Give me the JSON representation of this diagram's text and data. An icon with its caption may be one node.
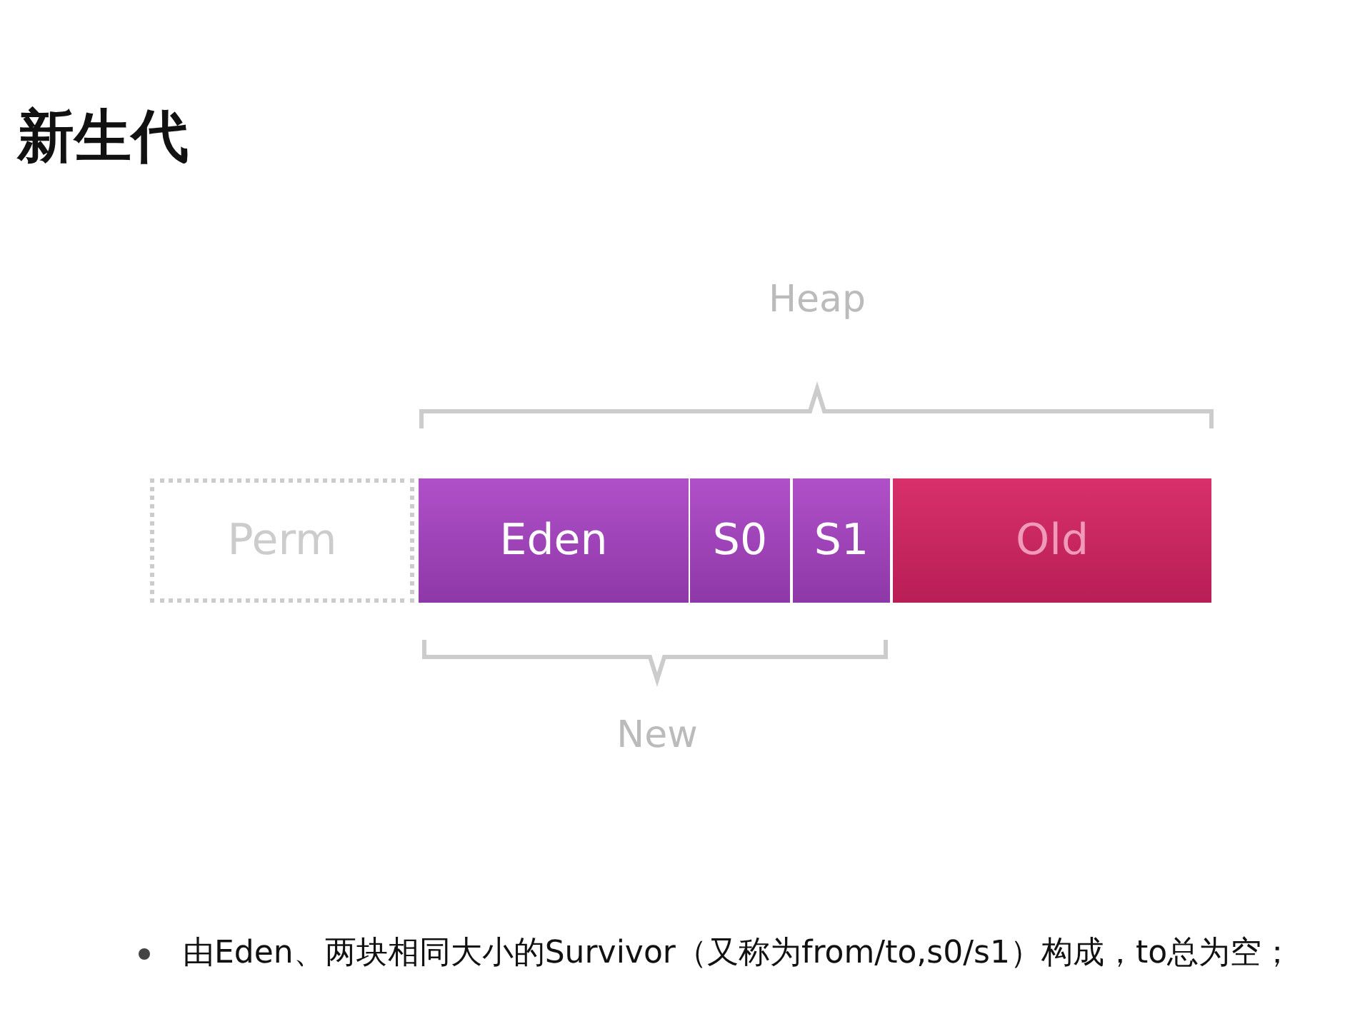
{
  "diagram": {
    "title": "新生代",
    "nodes": [
      {
        "text": [
          "Perm"
        ]
      },
      {
        "text": [
          "Eden"
        ]
      },
      {
        "text": [
          "S0"
        ]
      },
      {
        "text": [
          "S1"
        ]
      },
      {
        "text": [
          "Old"
        ]
      }
    ],
    "labels": [
      "Heap",
      "New",
      "由Eden、两块相同大小的Survivor（又称为from/to,s0/s1）构成，to总为空；"
    ]
  }
}
